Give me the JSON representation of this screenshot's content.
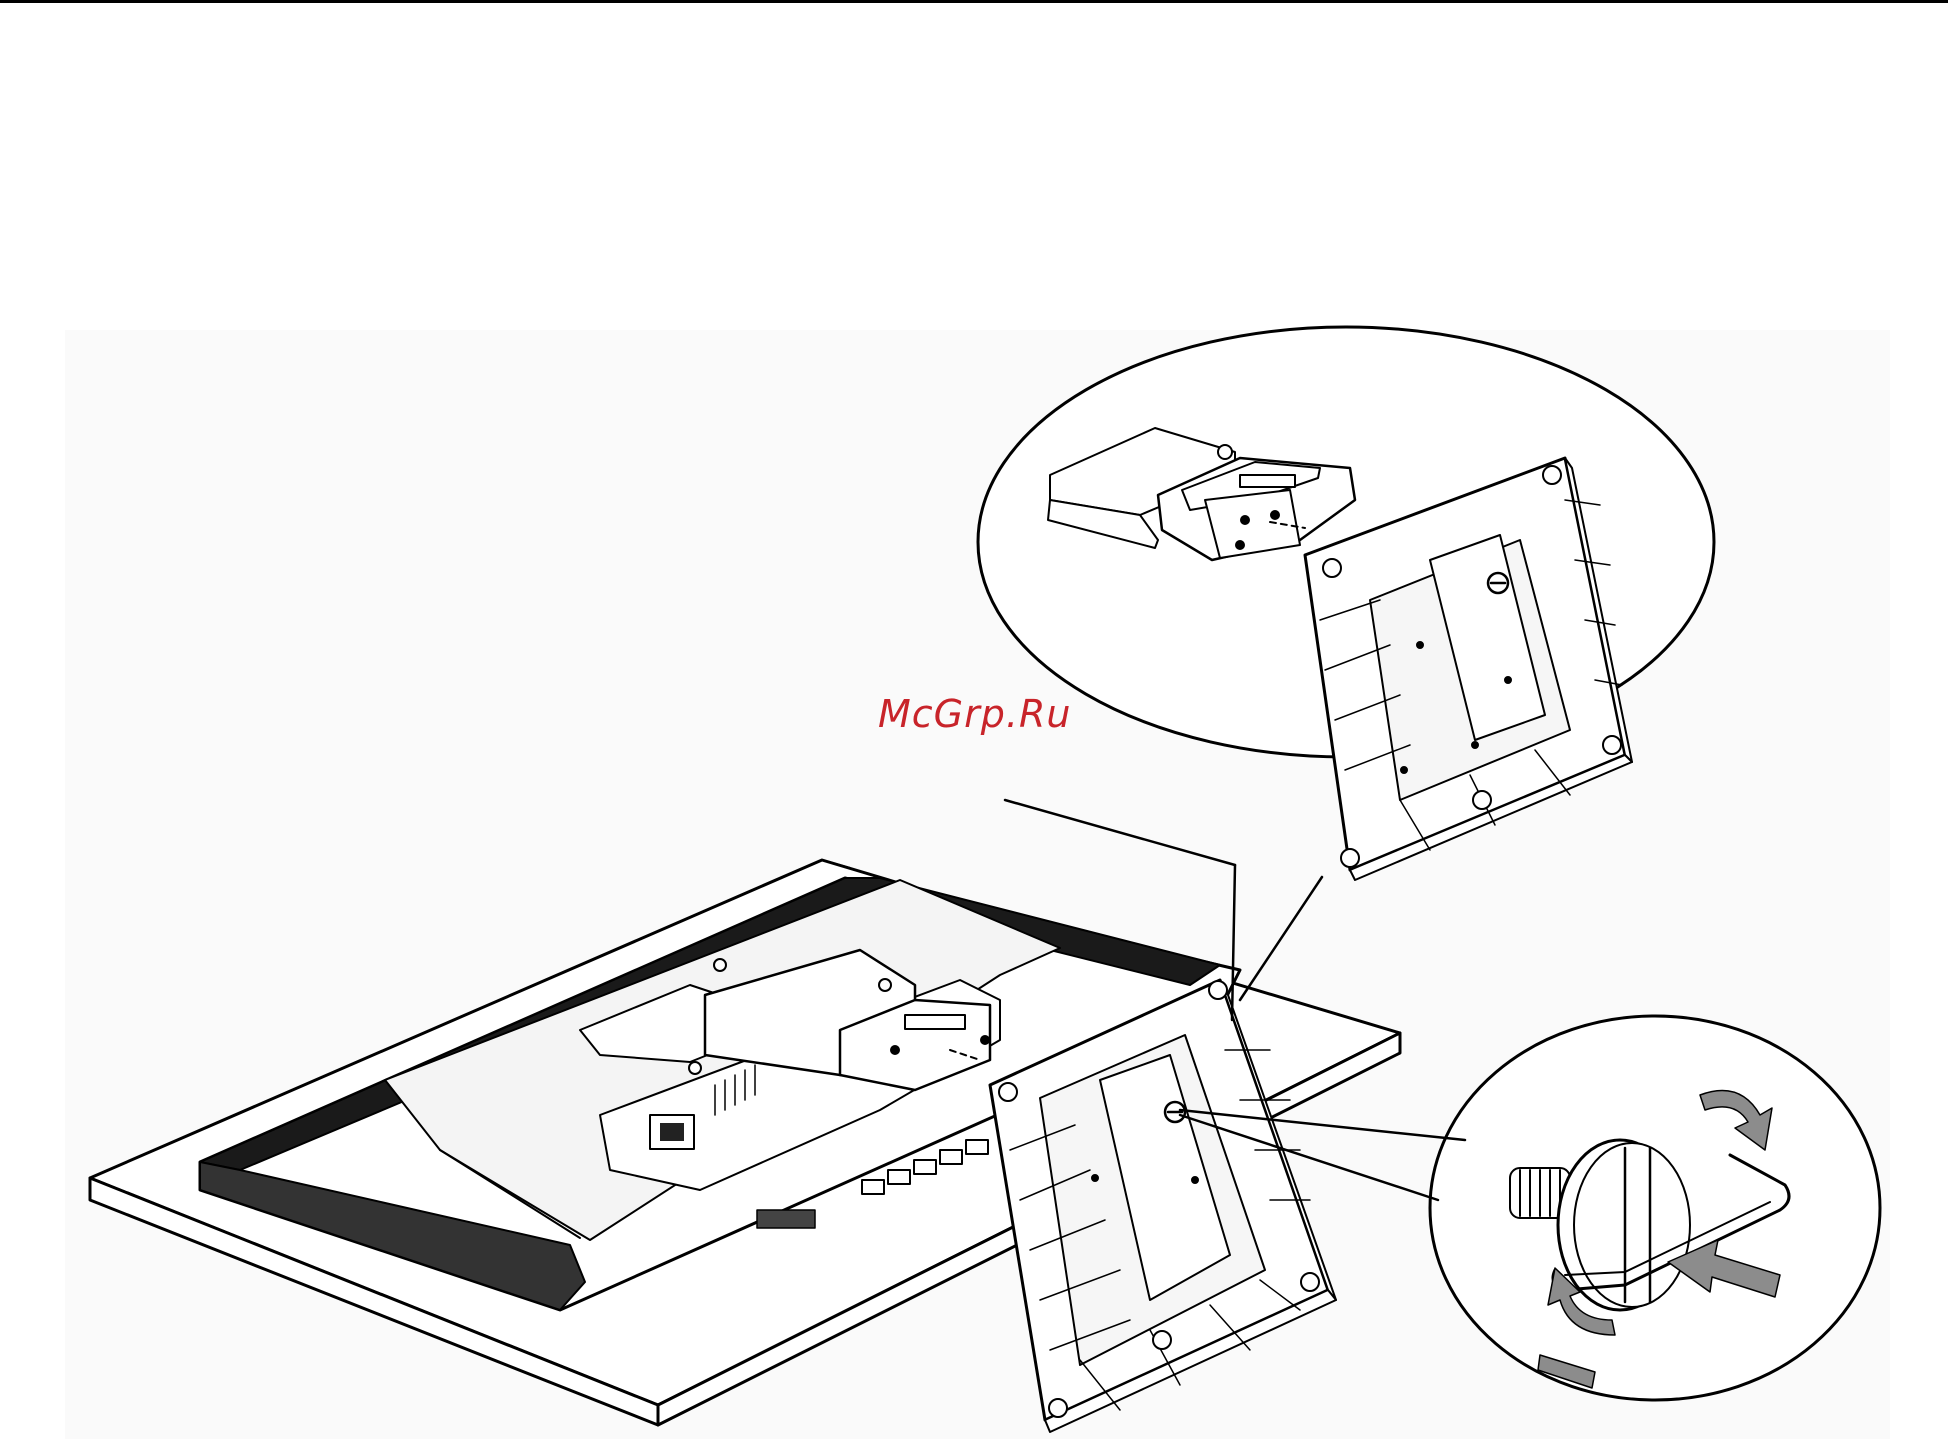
{
  "watermark": {
    "text": "McGrp.Ru"
  },
  "colors": {
    "line": "#000000",
    "background": "#ffffff",
    "arrow_fill": "#8c8c8c",
    "watermark": "#c8242a",
    "light_fill": "#f2f2f2"
  },
  "icons": {
    "rotate_arrow_top": "rotate-clockwise-arrow",
    "rotate_arrow_bottom": "rotate-counterclockwise-arrow",
    "push_arrow": "push-arrow"
  }
}
